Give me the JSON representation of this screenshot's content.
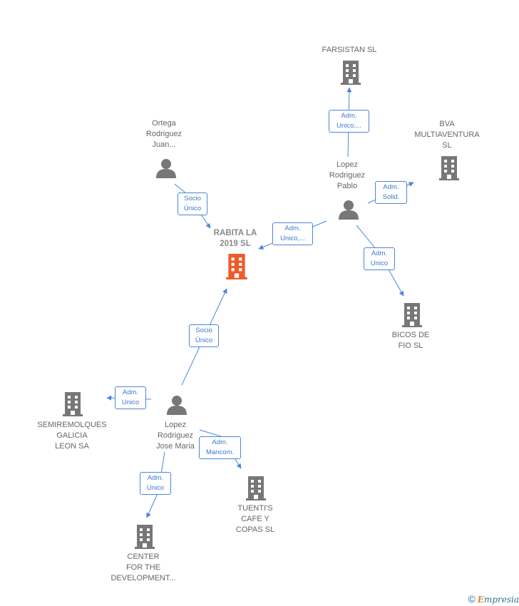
{
  "nodes": {
    "farsistan": "FARSISTAN  SL",
    "bva": "BVA\nMULTIAVENTURA\nSL",
    "ortega": "Ortega\nRodriguez\nJuan...",
    "lopez_pablo": "Lopez\nRodriguez\nPablo",
    "rabita": "RABITA LA\n2019  SL",
    "bicos": "BICOS DE\nFIO  SL",
    "semiremolques": "SEMIREMOLQUES\nGALICIA\nLEON SA",
    "lopez_jose": "Lopez\nRodriguez\nJose Maria",
    "tuenti": "TUENTI'S\nCAFE Y\nCOPAS SL",
    "center": "CENTER\nFOR THE\nDEVELOPMENT..."
  },
  "relations": {
    "pablo_farsistan": "Adm.\nUnico,...",
    "pablo_bva": "Adm.\nSolid.",
    "ortega_rabita": "Socio\nÚnico",
    "pablo_rabita": "Adm.\nUnico,...",
    "pablo_bicos": "Adm.\nUnico",
    "jose_rabita": "Socio\nÚnico",
    "jose_semiremolques": "Adm.\nUnico",
    "jose_tuenti": "Adm.\nMancom.",
    "jose_center": "Adm.\nUnico"
  },
  "footer": {
    "copyright_symbol": "©",
    "brand_initial": "E",
    "brand_rest": "mpresia"
  },
  "colors": {
    "edge": "#4a86d8",
    "company_icon": "#777777",
    "center_icon": "#f05a28",
    "person_icon": "#777777"
  }
}
